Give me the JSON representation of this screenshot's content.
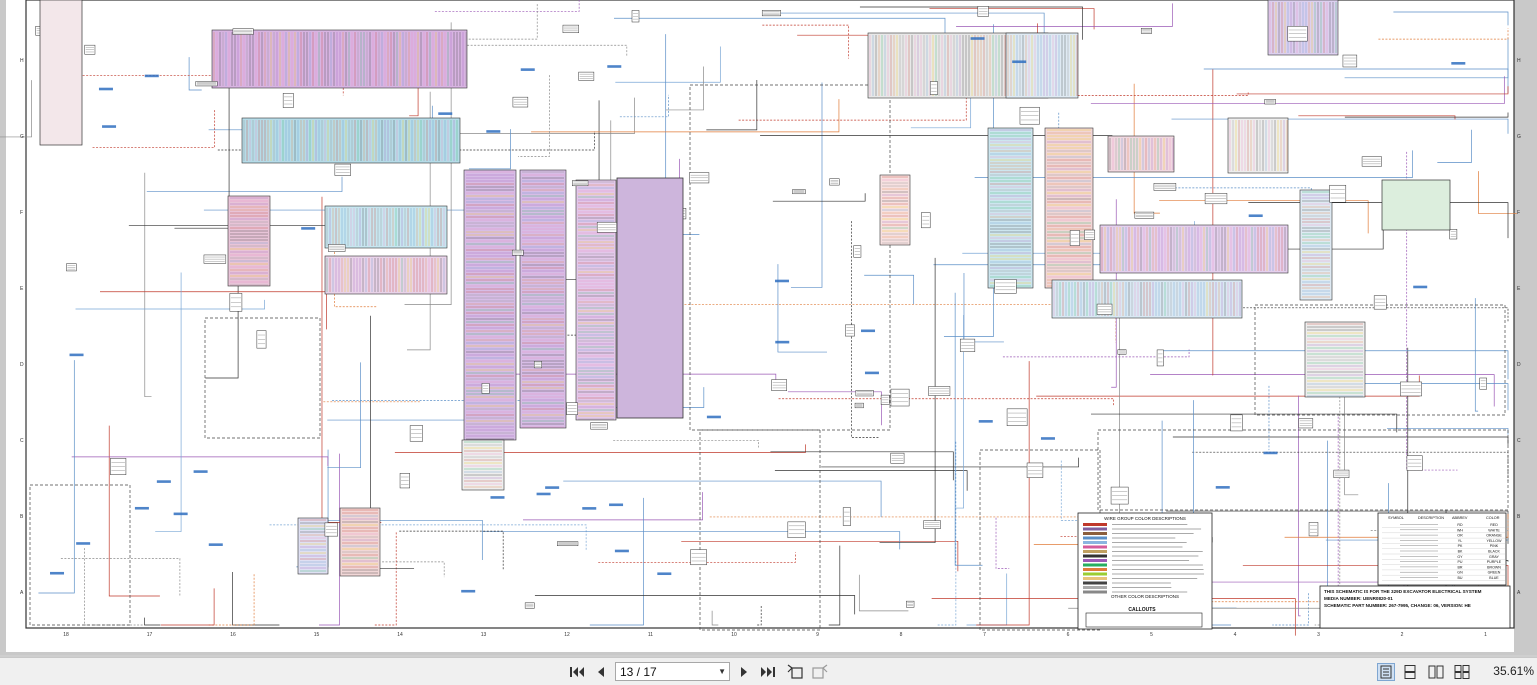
{
  "toolbar": {
    "page_value": "13 / 17",
    "zoom": "35.61%"
  },
  "schematic": {
    "row_letters": [
      "H",
      "G",
      "F",
      "E",
      "D",
      "C",
      "B",
      "A"
    ],
    "column_numbers": [
      "18",
      "17",
      "16",
      "15",
      "14",
      "13",
      "12",
      "11",
      "10",
      "9",
      "8",
      "7",
      "6",
      "5",
      "4",
      "3",
      "2",
      "1"
    ],
    "legend": {
      "wire_group_title": "WIRE GROUP COLOR DESCRIPTIONS",
      "other_color_title": "OTHER COLOR DESCRIPTIONS",
      "callouts_title": "CALLOUTS",
      "symbol_header": "SYMBOL",
      "description_header": "DESCRIPTION",
      "abbrev_header": "ABBREV",
      "color_header": "COLOR",
      "abbrev": [
        "RD",
        "WH",
        "OR",
        "YL",
        "PK",
        "BK",
        "GY",
        "PU",
        "BR",
        "GN",
        "BU"
      ],
      "colors": [
        "RED",
        "WHITE",
        "ORANGE",
        "YELLOW",
        "PINK",
        "BLACK",
        "GRAY",
        "PURPLE",
        "BROWN",
        "GREEN",
        "BLUE"
      ]
    },
    "title_block": {
      "line1": "THIS SCHEMATIC IS FOR THE 329D EXCAVATOR ELECTRICAL SYSTEM",
      "line2": "MEDIA NUMBER: UENR0820-01",
      "line3": "SCHEMATIC PART NUMBER: 267-7995, CHANGE: 06, VERSION: HE"
    }
  }
}
